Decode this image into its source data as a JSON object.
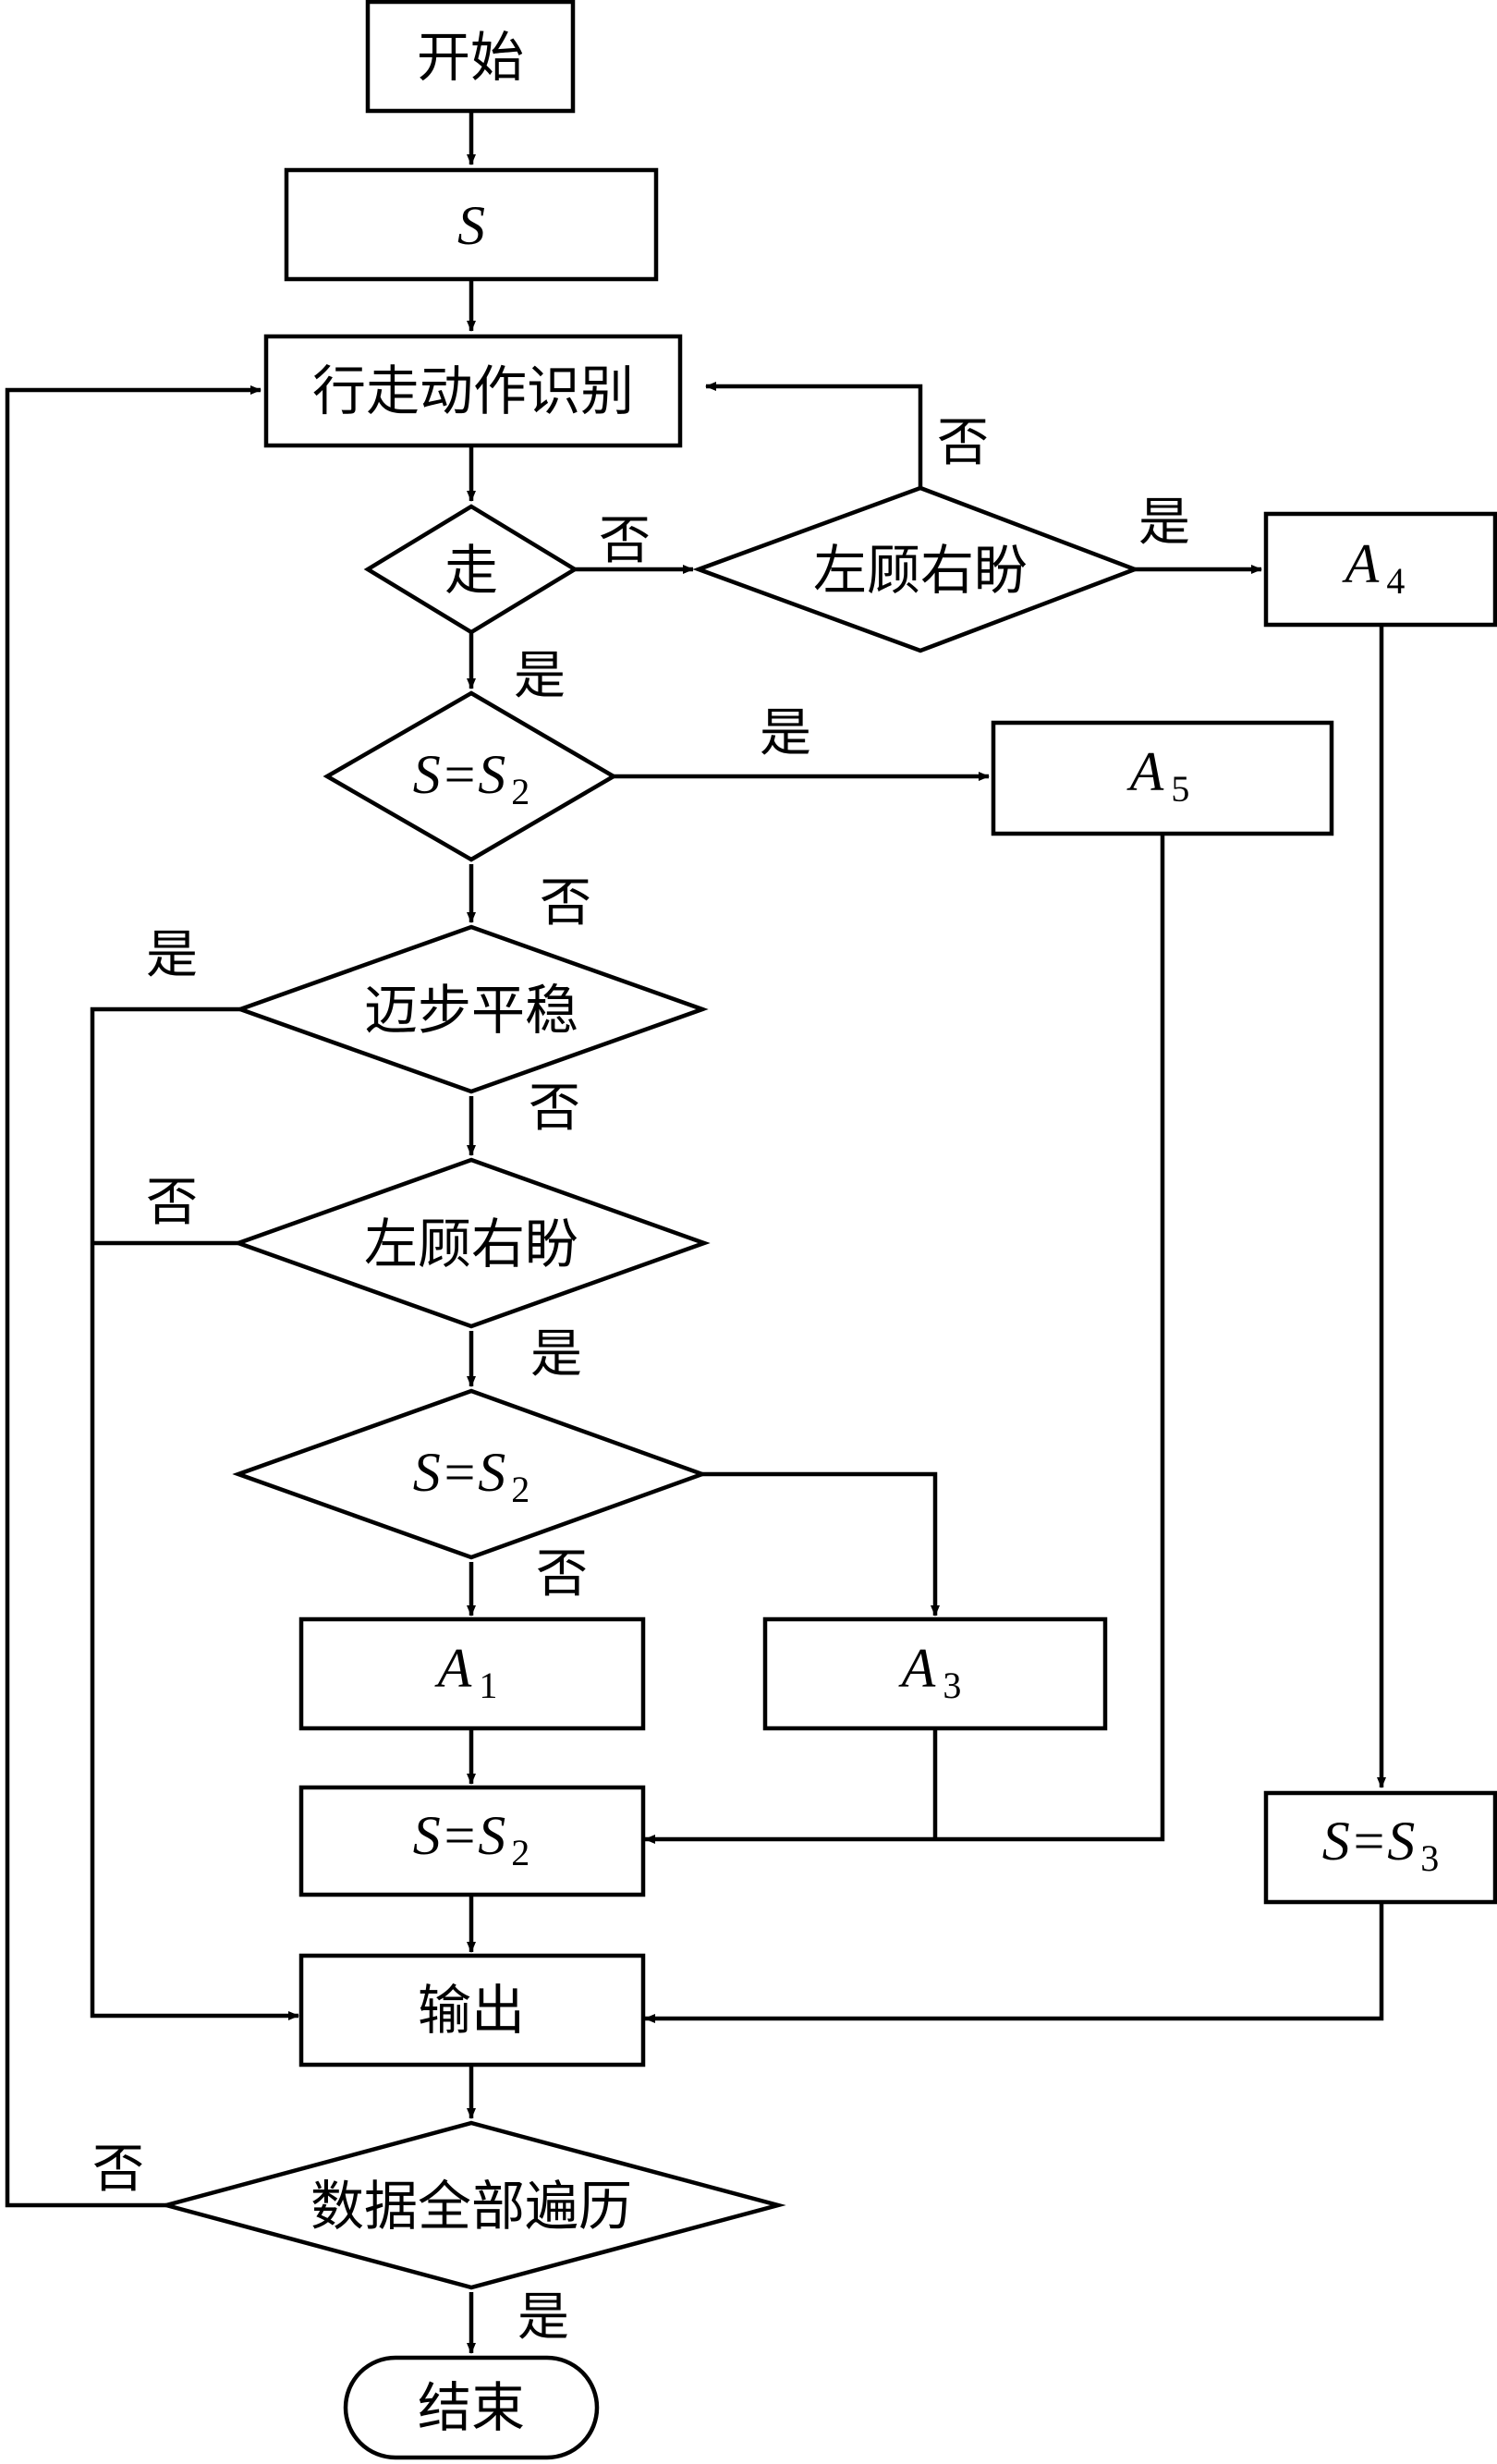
{
  "nodes": {
    "start": "开始",
    "s_init": {
      "var": "S",
      "sub": ""
    },
    "recognize": "行走动作识别",
    "walk": "走",
    "look_top": "左顾右盼",
    "a4": {
      "var": "A",
      "sub": "4"
    },
    "cond_s2_top": {
      "var": "S=S",
      "sub": "2"
    },
    "a5": {
      "var": "A",
      "sub": "5"
    },
    "steady": "迈步平稳",
    "look_mid": "左顾右盼",
    "cond_s2_mid": {
      "var": "S=S",
      "sub": "2"
    },
    "a1": {
      "var": "A",
      "sub": "1"
    },
    "a3": {
      "var": "A",
      "sub": "3"
    },
    "assign_s2": {
      "var": "S=S",
      "sub": "2"
    },
    "assign_s3": {
      "var": "S=S",
      "sub": "3"
    },
    "output": "输出",
    "all_traversed": "数据全部遍历",
    "end": "结束"
  },
  "edge_labels": {
    "yes": "是",
    "no": "否"
  }
}
